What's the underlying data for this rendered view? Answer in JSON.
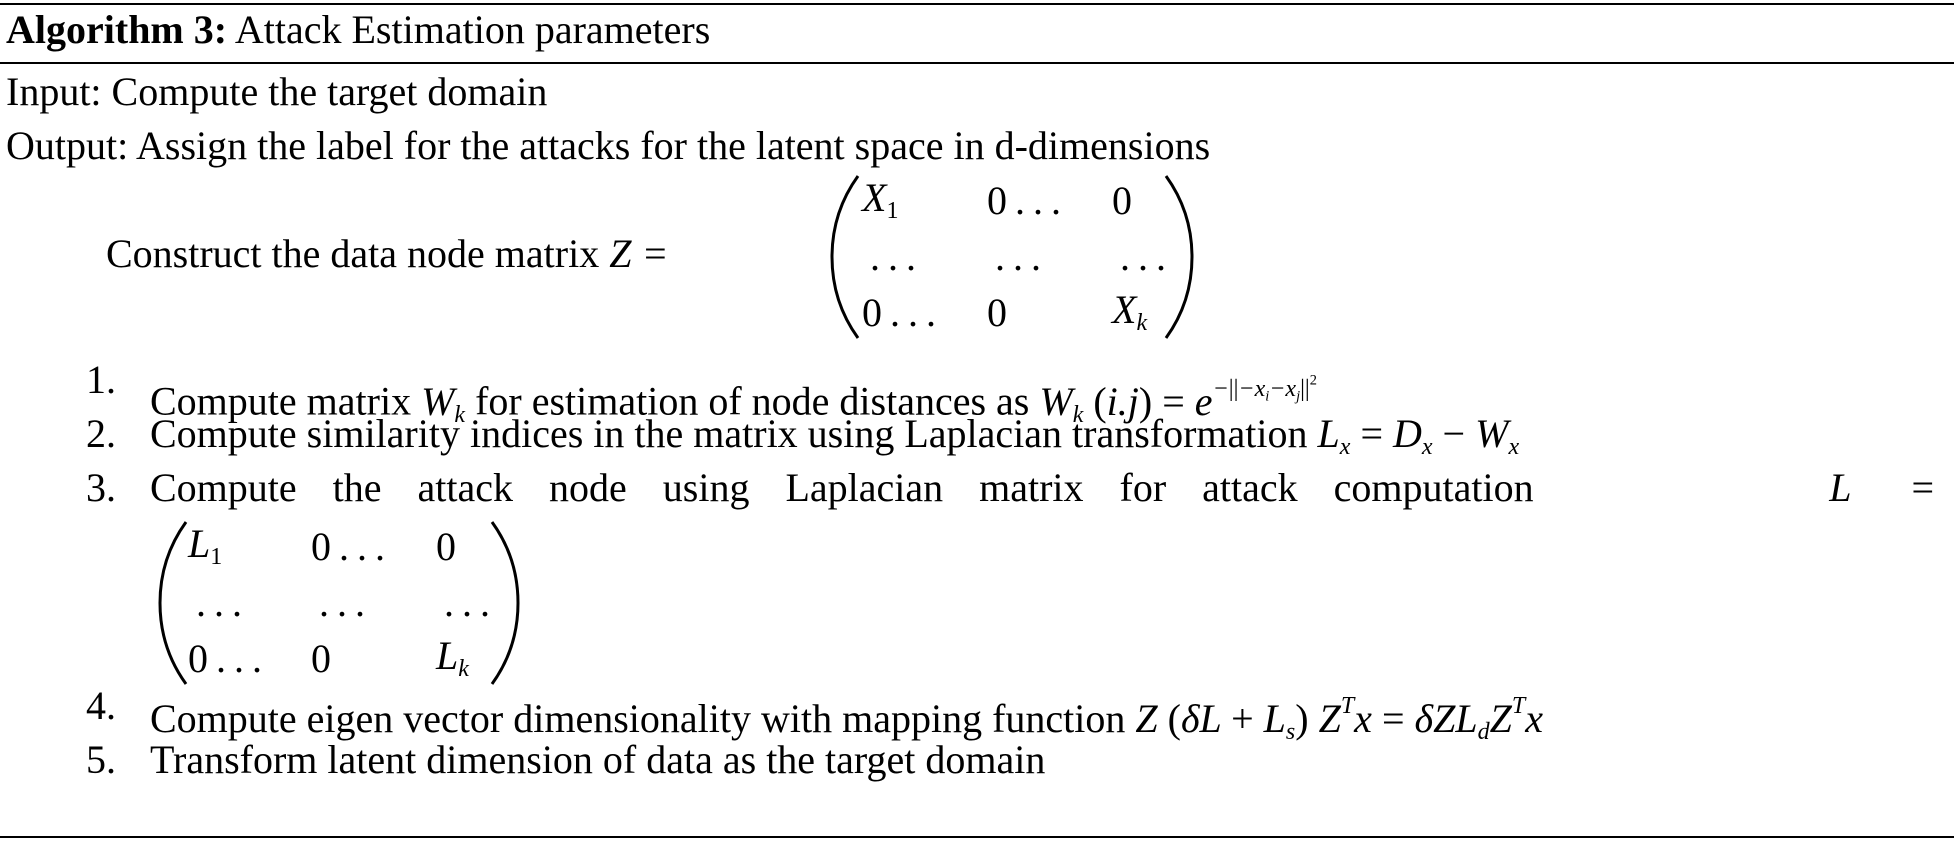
{
  "algorithm": {
    "label": "Algorithm 3:",
    "title": "Attack Estimation parameters",
    "input": "Input: Compute the target domain",
    "output": "Output: Assign the label for the attacks for the latent space in d-dimensions",
    "construct_text": "Construct the data node matrix",
    "construct_lhs": "Z =",
    "matrix_z": [
      [
        "X",
        "1",
        "0 . . .",
        "0"
      ],
      [
        " . . .",
        "",
        " . . .",
        " . . ."
      ],
      [
        "0 . . .",
        "",
        "0",
        "X_k"
      ]
    ],
    "steps": [
      {
        "num": "1.",
        "text": "Compute matrix"
      },
      {
        "num": "2.",
        "text": "Compute similarity indices in the matrix using Laplacian transformation"
      },
      {
        "num": "3.",
        "text": "Compute the attack node using Laplacian matrix for attack computation"
      },
      {
        "num": "4.",
        "text": "Compute eigen vector dimensionality with mapping function"
      },
      {
        "num": "5.",
        "text": "Transform latent dimension of data as the target domain"
      }
    ],
    "step1_mid": "for estimation of node distances as"
  }
}
